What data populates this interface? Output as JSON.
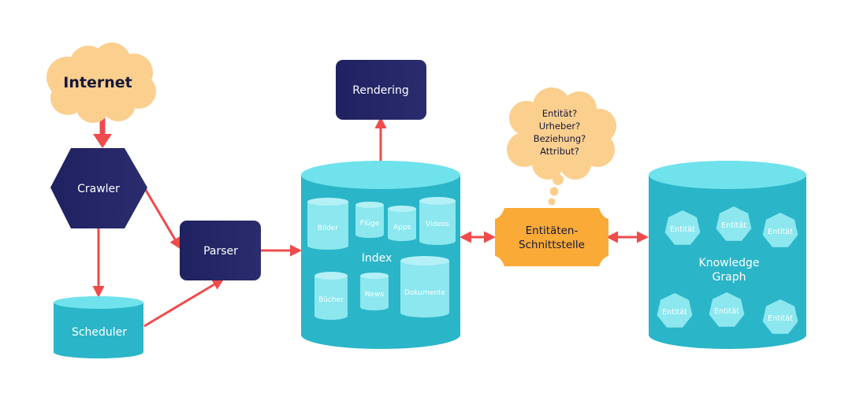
{
  "nodes": {
    "internet": "Internet",
    "crawler": "Crawler",
    "scheduler": "Scheduler",
    "parser": "Parser",
    "rendering": "Rendering",
    "index": "Index",
    "interface_line1": "Entitäten-",
    "interface_line2": "Schnittstelle",
    "kg_line1": "Knowledge",
    "kg_line2": "Graph"
  },
  "index_items": {
    "bilder": "Bilder",
    "fluege": "Flüge",
    "apps": "Apps",
    "videos": "Videos",
    "buecher": "Bücher",
    "news": "News",
    "dokumente": "Dokumente"
  },
  "thought_bubble": [
    "Entität?",
    "Urheber?",
    "Beziehung?",
    "Attribut?"
  ],
  "entity_label": "Entität",
  "colors": {
    "navy": "#232563",
    "cyan_body": "#2bb5c8",
    "cyan_top": "#6fe2ec",
    "cyan_item": "#8ce7ef",
    "cloud": "#fbcf8e",
    "interface": "#f9aa37",
    "arrow": "#ef4b4c"
  }
}
